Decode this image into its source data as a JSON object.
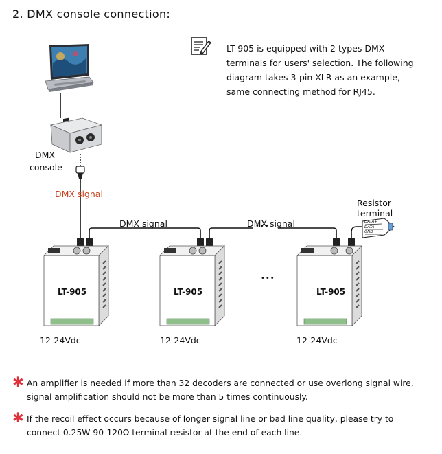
{
  "heading": "2. DMX console connection:",
  "note": {
    "icon": "note-pencil-icon",
    "line1": "LT-905 is equipped with 2 types DMX",
    "line2": "terminals for users' selection. The following",
    "line3": "diagram takes 3-pin XLR as an example,",
    "line4": "same connecting method for RJ45."
  },
  "console": {
    "line1": "DMX",
    "line2": "console"
  },
  "signal_labels": {
    "red": "DMX signal",
    "mid1": "DMX signal",
    "mid2": "DMX signal"
  },
  "resistor": {
    "line1": "Resistor",
    "line2": "terminal",
    "pins": [
      "DATA+",
      "DATA-",
      "GND"
    ]
  },
  "ellipsis": {
    "top": "•••",
    "middle": "•••"
  },
  "devices": [
    {
      "model": "LT-905",
      "voltage": "12-24Vdc"
    },
    {
      "model": "LT-905",
      "voltage": "12-24Vdc"
    },
    {
      "model": "LT-905",
      "voltage": "12-24Vdc"
    }
  ],
  "footnotes": [
    {
      "symbol": "✱",
      "line1": "An amplifier is needed if more than 32 decoders are connected or use overlong signal wire,",
      "line2": "signal amplification should not be more than 5 times continuously."
    },
    {
      "symbol": "✱",
      "line1": "If the recoil effect occurs because of longer signal line or bad line quality, please try to",
      "line2": "connect 0.25W 90-120Ω terminal resistor at the end of each line."
    }
  ],
  "colors": {
    "accent_red": "#c8431f",
    "star_red": "#e0303a",
    "terminal_green": "#8fbf8a"
  }
}
